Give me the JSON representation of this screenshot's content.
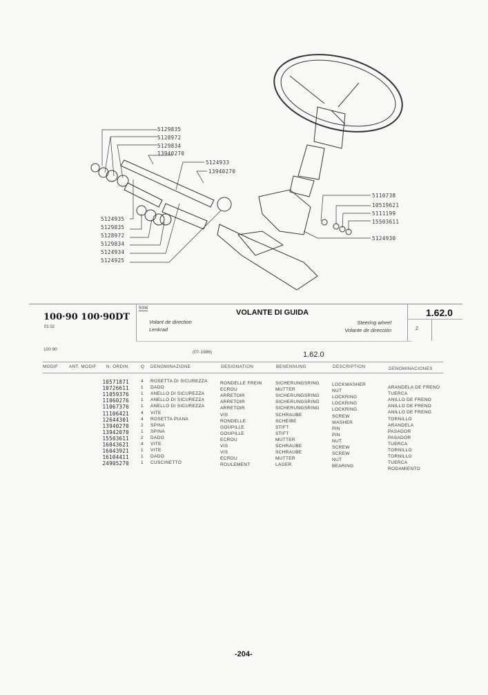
{
  "diagram": {
    "callouts_top_left": [
      "5129835",
      "5128972",
      "5129834",
      "13940270"
    ],
    "callout_shaft": "5124933",
    "callout_pin": "13940270",
    "callouts_right": [
      "5110738",
      "10519621",
      "5111199",
      "15503611",
      "5124930"
    ],
    "callouts_bottom_left": [
      "5124935",
      "5129835",
      "5128972",
      "5129834",
      "5124934",
      "5124925"
    ]
  },
  "header": {
    "models": "100·90 100·90DT",
    "model_code": "01 02",
    "group_code": "5006",
    "title_it": "VOLANTE DI GUIDA",
    "title_fr": "Volant de direction",
    "title_de": "Lenkrad",
    "title_en": "Steering wheel",
    "title_es": "Volante de dirección",
    "section": "1.62.0",
    "sheet": "2"
  },
  "subheader": {
    "model": "100 90",
    "date": "(07-1986)",
    "section": "1.62.0"
  },
  "columns": [
    "MODIF",
    "ANT. MODIF",
    "N. ORDIN.",
    "Q",
    "DENOMINAZIONE",
    "DESIGNATION",
    "BENENNUNG",
    "DESCRIPTION",
    "DENOMINACIONES"
  ],
  "rows": [
    {
      "part": "10571871",
      "qty": "4",
      "it": "ROSETTA DI SICUREZZA",
      "fr": "RONDELLE FREIN",
      "de": "SICHERUNGSRING",
      "en": "LOCKWASHER",
      "es": "ARANDELA DE FRENO"
    },
    {
      "part": "10726611",
      "qty": "1",
      "it": "DADO",
      "fr": "ECROU",
      "de": "MUTTER",
      "en": "NUT",
      "es": "TUERCA"
    },
    {
      "part": "11059376",
      "qty": "1",
      "it": "ANELLO DI SICUREZZA",
      "fr": "ARRETOIR",
      "de": "SICHERUNGSRING",
      "en": "LOCKRING",
      "es": "ANILLO DE FRENO"
    },
    {
      "part": "11060276",
      "qty": "1",
      "it": "ANELLO DI SICUREZZA",
      "fr": "ARRETOIR",
      "de": "SICHERUNGSRING",
      "en": "LOCKRING",
      "es": "ANILLO DE FRENO"
    },
    {
      "part": "11067376",
      "qty": "1",
      "it": "ANELLO DI SICUREZZA",
      "fr": "ARRETOIR",
      "de": "SICHERUNGSRING",
      "en": "LOCKRING",
      "es": "ANILLO DE FRENO"
    },
    {
      "part": "11106421",
      "qty": "4",
      "it": "VITE",
      "fr": "VIS",
      "de": "SCHRAUBE",
      "en": "SCREW",
      "es": "TORNILLO"
    },
    {
      "part": "12644301",
      "qty": "4",
      "it": "ROSETTA PIANA",
      "fr": "RONDELLE",
      "de": "SCHEIBE",
      "en": "WASHER",
      "es": "ARANDELA"
    },
    {
      "part": "13940270",
      "qty": "2",
      "it": "SPINA",
      "fr": "GOUPILLE",
      "de": "STIFT",
      "en": "PIN",
      "es": "PASADOR"
    },
    {
      "part": "13942070",
      "qty": "1",
      "it": "SPINA",
      "fr": "GOUPILLE",
      "de": "STIFT",
      "en": "PIN",
      "es": "PASADOR"
    },
    {
      "part": "15503611",
      "qty": "2",
      "it": "DADO",
      "fr": "ECROU",
      "de": "MUTTER",
      "en": "NUT",
      "es": "TUERCA"
    },
    {
      "part": "16043621",
      "qty": "4",
      "it": "VITE",
      "fr": "VIS",
      "de": "SCHRAUBE",
      "en": "SCREW",
      "es": "TORNILLO"
    },
    {
      "part": "16043921",
      "qty": "1",
      "it": "VITE",
      "fr": "VIS",
      "de": "SCHRAUBE",
      "en": "SCREW",
      "es": "TORNILLO"
    },
    {
      "part": "16104411",
      "qty": "1",
      "it": "DADO",
      "fr": "ECROU",
      "de": "MUTTER",
      "en": "NUT",
      "es": "TUERCA"
    },
    {
      "part": "24905270",
      "qty": "1",
      "it": "CUSCINETTO",
      "fr": "ROULEMENT",
      "de": "LAGER",
      "en": "BEARING",
      "es": "RODAMIENTO"
    }
  ],
  "footer": {
    "page_number": "-204-"
  }
}
